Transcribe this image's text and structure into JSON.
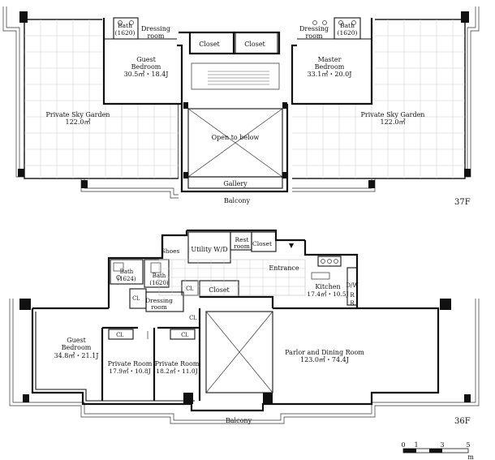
{
  "floor_37": {
    "floor_label": "37F",
    "rooms": {
      "bath_left": "Bath",
      "bath_left_size": "(1620)",
      "dressing_left": "Dressing",
      "dressing_left_2": "room",
      "closet_a": "Closet",
      "closet_b": "Closet",
      "dressing_right": "Dressing",
      "dressing_right_2": "room",
      "bath_right": "Bath",
      "bath_right_size": "(1620)",
      "guest_bedroom": "Guest",
      "guest_bedroom_2": "Bedroom",
      "guest_bedroom_area": "30.5㎡・18.4J",
      "master_bedroom": "Master",
      "master_bedroom_2": "Bedroom",
      "master_bedroom_area": "33.1㎡・20.0J",
      "sky_garden_left": "Private Sky Garden",
      "sky_garden_left_area": "122.0㎡",
      "sky_garden_right": "Private Sky Garden",
      "sky_garden_right_area": "122.0㎡",
      "open_to_below": "Open to below",
      "gallery": "Gallery",
      "balcony": "Balcony"
    }
  },
  "floor_36": {
    "floor_label": "36F",
    "rooms": {
      "shoes": "Shoes",
      "utility": "Utility W/D",
      "rest_room": "Rest",
      "rest_room_2": "room",
      "closet_top": "Closet",
      "entrance": "Entrance",
      "bath_a": "Bath",
      "bath_a_size": "(1624)",
      "bath_b": "Bath",
      "bath_b_size": "(1620)",
      "cl_a": "Cl.",
      "closet_mid": "Closet",
      "kitchen": "Kitchen",
      "kitchen_area": "17.4㎡・10.5J",
      "dw": "D/W",
      "r1": "R",
      "r2": "R",
      "dressing": "Dressing",
      "dressing_2": "room",
      "cl_b": "Cl.",
      "cl_c": "Cl.",
      "cl_d": "Cl.",
      "cl_e": "Cl.",
      "guest_bedroom": "Guest",
      "guest_bedroom_2": "Bedroom",
      "guest_bedroom_area": "34.8㎡・21.1J",
      "private_room_1": "Private Room",
      "private_room_1_area": "17.9㎡・10.8J",
      "private_room_2": "Private Room",
      "private_room_2_area": "18.2㎡・11.0J",
      "parlor": "Parlor and Dining Room",
      "parlor_area": "123.0㎡・74.4J",
      "balcony": "Balcony"
    }
  },
  "scale": {
    "ticks": [
      "0",
      "1",
      "3",
      "5"
    ],
    "unit": "m"
  }
}
